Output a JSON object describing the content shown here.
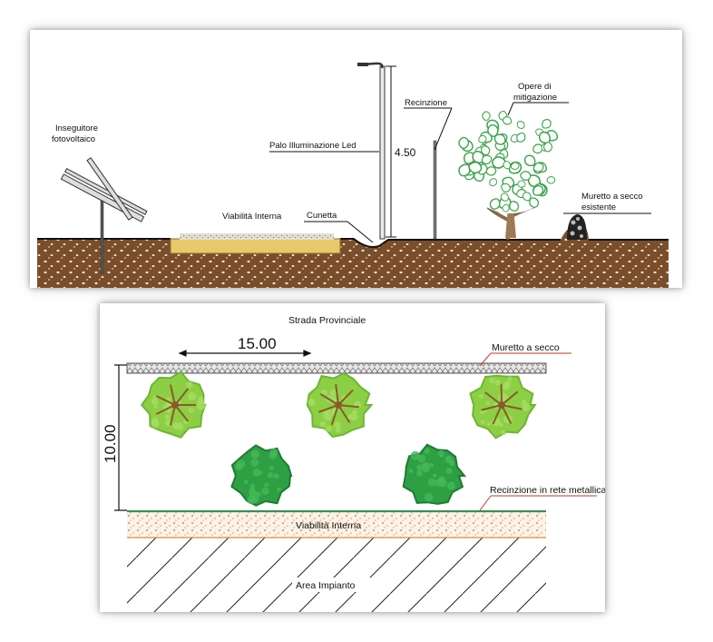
{
  "section": {
    "labels": {
      "tracker_line1": "Inseguitore",
      "tracker_line2": "fotovoltaico",
      "internal_road": "Viabilità Interna",
      "ditch": "Cunetta",
      "led_pole": "Palo Illuminazione Led",
      "height": "4.50",
      "fence": "Recinzione",
      "mitigation_line1": "Opere di",
      "mitigation_line2": "mitigazione",
      "drywall_line1": "Muretto a secco",
      "drywall_line2": "esistente"
    }
  },
  "plan": {
    "labels": {
      "provincial_road": "Strada Provinciale",
      "spacing": "15.00",
      "depth": "10.00",
      "drywall": "Muretto a secco",
      "mesh_fence": "Recinzione in rete metallica",
      "internal_road": "Viabilità Interna",
      "plant_area": "Area Impianto"
    }
  },
  "colors": {
    "soil": "#7a4e2b",
    "road_fill": "#e8c86a",
    "tree_light": "#8ccf45",
    "tree_dark": "#2ea043",
    "trunk": "#8b5a2b",
    "leader_red": "#c0392b",
    "fence_green": "#3a8f5a",
    "dot_orange": "#e08a3a"
  }
}
